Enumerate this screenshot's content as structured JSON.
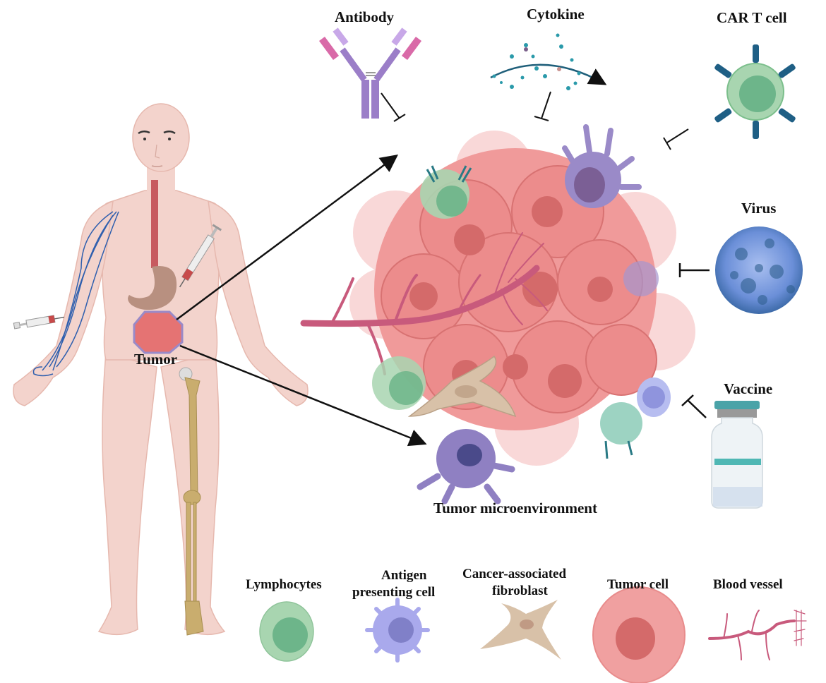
{
  "title": "Cancer immunotherapy targeting the tumor microenvironment",
  "body_labels": {
    "tumor": "Tumor"
  },
  "therapies": [
    {
      "id": "antibody",
      "label": "Antibody"
    },
    {
      "id": "cytokine",
      "label": "Cytokine"
    },
    {
      "id": "car_t_cell",
      "label": "CAR T cell"
    },
    {
      "id": "virus",
      "label": "Virus"
    },
    {
      "id": "vaccine",
      "label": "Vaccine"
    }
  ],
  "tme_label": "Tumor microenvironment",
  "legend": [
    {
      "id": "lymphocytes",
      "label_line1": "Lymphocytes",
      "label_line2": ""
    },
    {
      "id": "apc",
      "label_line1": "Antigen",
      "label_line2": "presenting cell"
    },
    {
      "id": "caf",
      "label_line1": "Cancer-associated",
      "label_line2": "fibroblast"
    },
    {
      "id": "tumor_cell",
      "label_line1": "Tumor cell",
      "label_line2": ""
    },
    {
      "id": "blood_vessel",
      "label_line1": "Blood vessel",
      "label_line2": ""
    }
  ],
  "colors": {
    "skin": "#f3d3cc",
    "skin_outline": "#e6b8ae",
    "tumor_red": "#e57373",
    "tumor_pink": "#f2a0a0",
    "nucleus_red": "#d96868",
    "lymphocyte_green": "#a8d5b0",
    "lymphocyte_nucleus": "#6db58a",
    "apc_purple": "#9a9ae0",
    "apc_nucleus": "#7f7fc8",
    "fibroblast": "#d8c1a8",
    "vessel": "#c85a7c",
    "vein_blue": "#2f5fae",
    "car_receptor": "#1f5f85",
    "virus_blue": "#6b8fd8",
    "antibody_purple": "#9b7ec8",
    "antibody_pink": "#d96aa8",
    "vaccine_cap": "#4aa3a8",
    "bone": "#c9ad6e",
    "arrow": "#111111"
  }
}
